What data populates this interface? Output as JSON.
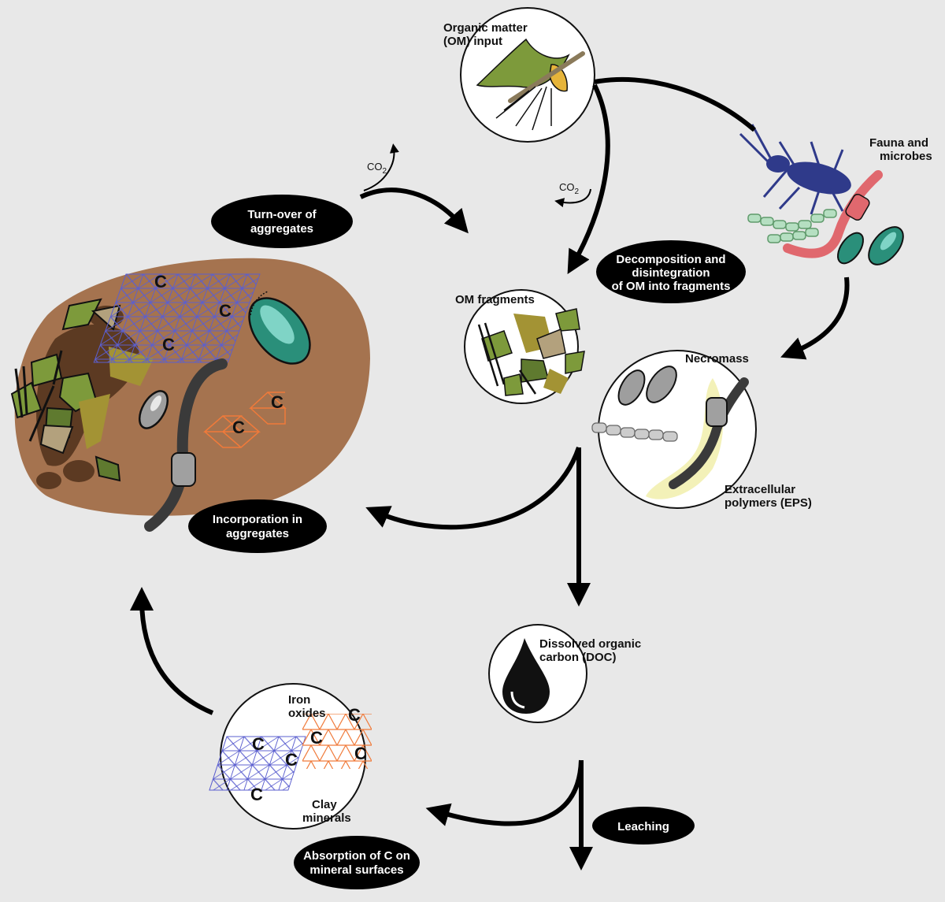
{
  "labels": {
    "om_input_1": "Organic matter",
    "om_input_2": "(OM) input",
    "fauna_1": "Fauna and",
    "fauna_2": "microbes",
    "om_fragments": "OM fragments",
    "necromass": "Necromass",
    "eps_1": "Extracellular",
    "eps_2": "polymers (EPS)",
    "doc_1": "Dissolved organic",
    "doc_2": "carbon (DOC)",
    "iron_1": "Iron",
    "iron_2": "oxides",
    "clay_1": "Clay",
    "clay_2": "minerals",
    "co2_a": "CO",
    "co2_a_sub": "2",
    "co2_b": "CO",
    "co2_b_sub": "2",
    "carbon": "C"
  },
  "processes": {
    "turnover_1": "Turn-over of",
    "turnover_2": "aggregates",
    "decomp_1": "Decomposition and",
    "decomp_2": "disintegration",
    "decomp_3": "of OM into fragments",
    "incorp_1": "Incorporation in",
    "incorp_2": "aggregates",
    "leaching": "Leaching",
    "absorb_1": "Absorption of C on",
    "absorb_2": "mineral surfaces"
  },
  "colors": {
    "background": "#e8e8e8",
    "aggregate": "#a5734f",
    "aggregate_dark": "#5c3a22",
    "leaf": "#7d9a3b",
    "leaf_dark": "#5f7a2f",
    "leaf_olive": "#a39334",
    "fragment_tan": "#b3a17d",
    "fauna_blue": "#2f3a8a",
    "worm_pink": "#e0686e",
    "microbe_teal": "#2a8f7a",
    "hypha_green": "#b5dfc1",
    "clay_purple": "#5b5fcf",
    "iron_orange": "#f07a3a",
    "eps_yellow": "#f2f0b0",
    "arrow": "#000000",
    "pill": "#000000"
  }
}
